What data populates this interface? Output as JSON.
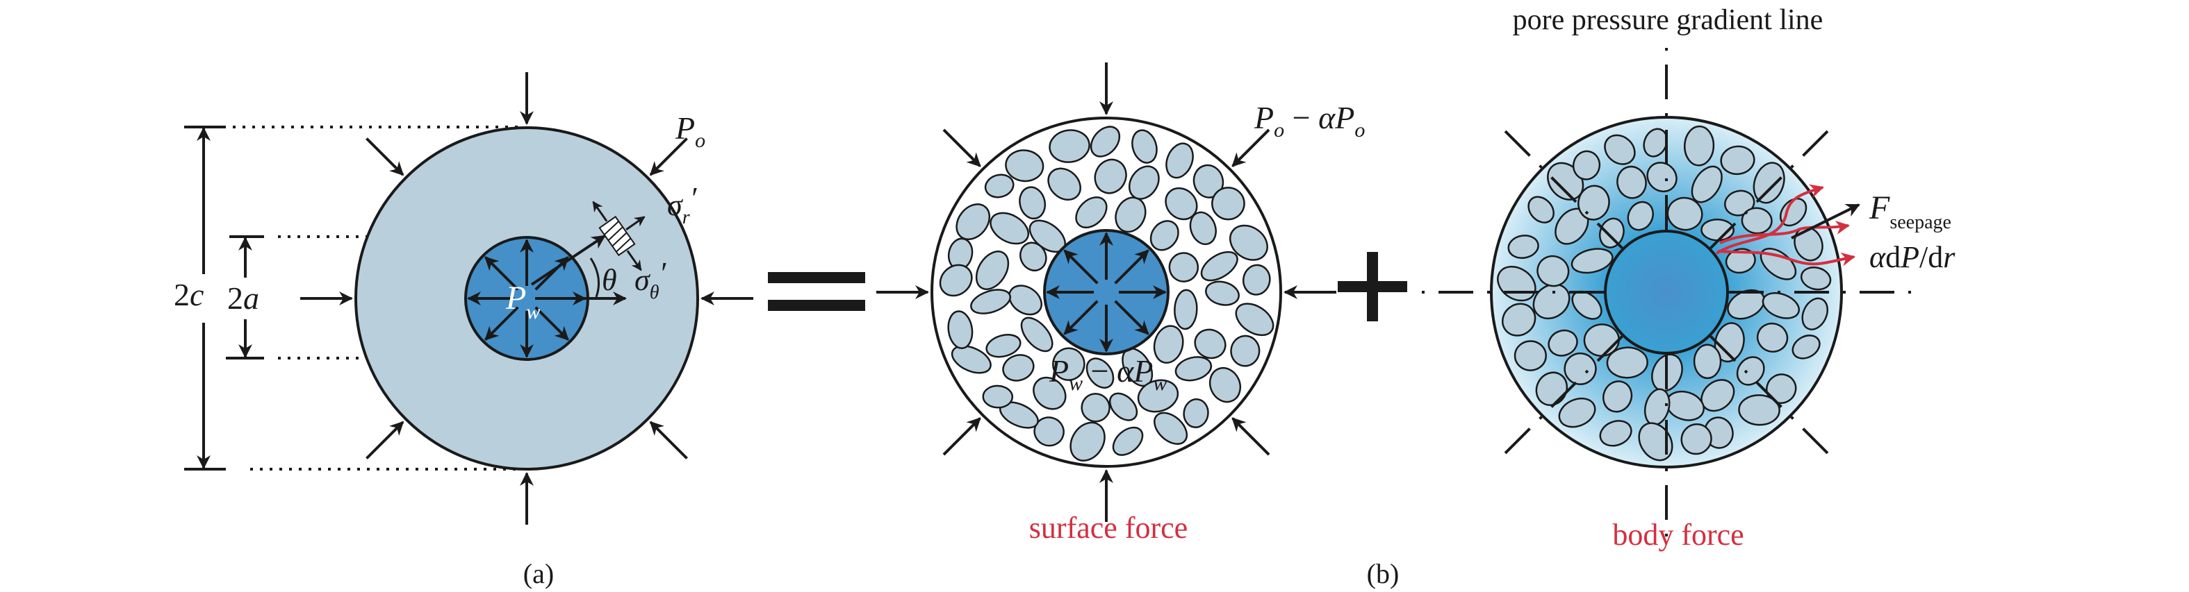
{
  "colors": {
    "matrix": "#b9cfdc",
    "well": "#4590c8",
    "grain": "#b9cfdc",
    "red": "#d32f3f",
    "ink": "#1a1a1a"
  },
  "panel_a": {
    "label": "(a)",
    "outer_pressure": {
      "main": "P",
      "sub": "o"
    },
    "well_pressure": {
      "main": "P",
      "sub": "w"
    },
    "sigma_r": {
      "main": "σ",
      "sub": "r",
      "prime": "′"
    },
    "sigma_theta": {
      "main": "σ",
      "sub": "θ",
      "prime": "′"
    },
    "theta": "θ",
    "dim_outer": {
      "num": "2",
      "var": "c"
    },
    "dim_inner": {
      "num": "2",
      "var": "a"
    }
  },
  "equals": "=",
  "plus": "+",
  "panel_b": {
    "label": "(b)",
    "outer_effective": {
      "p": "P",
      "o": "o",
      "minus": " − ",
      "alpha": "α",
      "p2": "P",
      "o2": "o"
    },
    "inner_effective": {
      "p": "P",
      "w": "w",
      "minus": " − ",
      "alpha": "α",
      "p2": "P",
      "w2": "w"
    },
    "surface_force": "surface force",
    "gradient_line": "pore pressure gradient line",
    "seepage": {
      "main": "F",
      "sub": "seepage"
    },
    "gradient": {
      "alpha": "α",
      "d1": "d",
      "p": "P",
      "slash": "/d",
      "r": "r"
    },
    "body_force": "body force"
  }
}
